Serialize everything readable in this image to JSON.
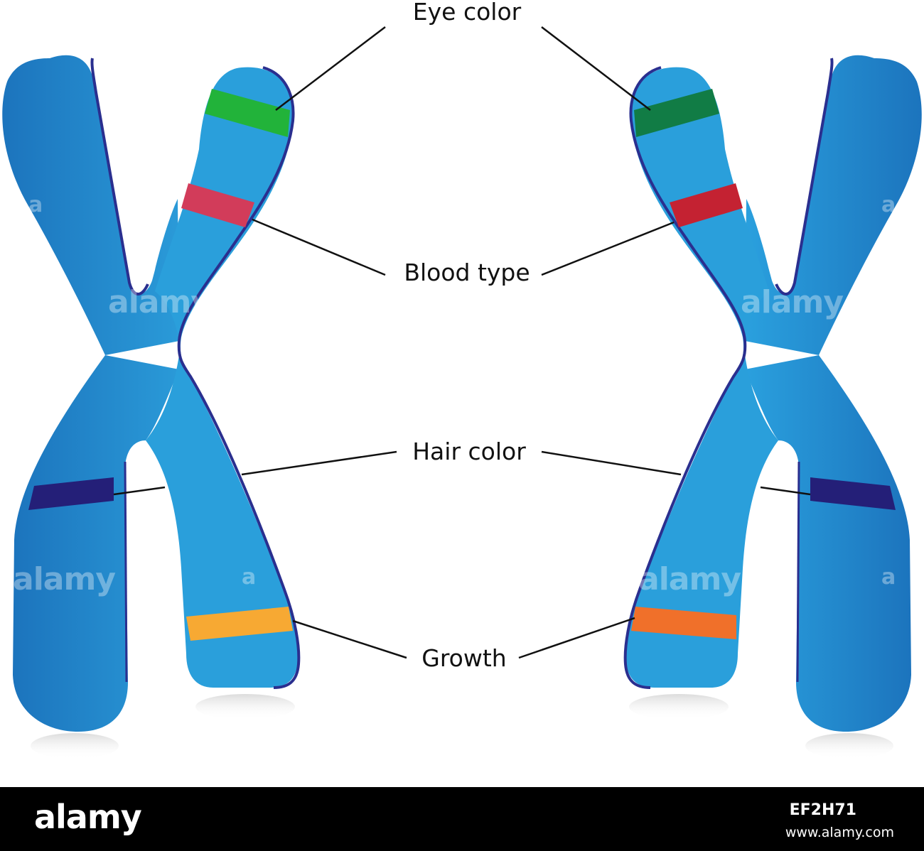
{
  "diagram": {
    "labels": {
      "eye_color": "Eye color",
      "blood_type": "Blood type",
      "hair_color": "Hair color",
      "growth": "Growth"
    },
    "colors": {
      "chromosome_body": "#2a9ad8",
      "chromosome_dark": "#1f78be",
      "chromosome_outline": "#2a2f8f",
      "eye_band_left": "#22b33a",
      "eye_band_right": "#117c45",
      "blood_band_left": "#d23c5a",
      "blood_band_right": "#c42232",
      "hair_band": "#241f78",
      "growth_band_left": "#f7a933",
      "growth_band_right": "#f0702a"
    }
  },
  "watermark": {
    "text": "alamy",
    "small": "a"
  },
  "footer": {
    "logo": "alamy",
    "image_id": "EF2H71",
    "url": "www.alamy.com"
  }
}
